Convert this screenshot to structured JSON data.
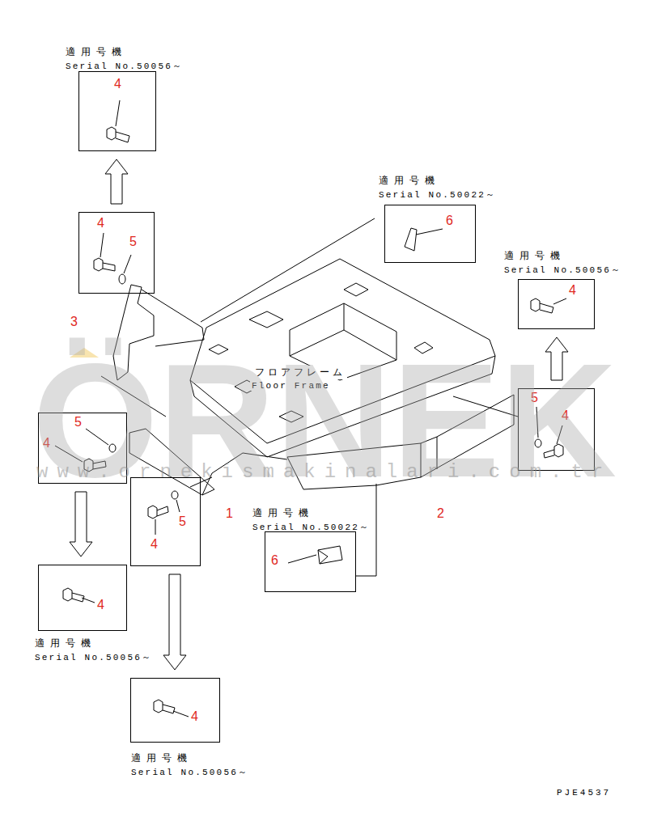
{
  "diagram": {
    "nodes": [
      {
        "text": [
          "適用号機",
          "Serial No.50056～",
          "4"
        ]
      },
      {
        "text": [
          "適用号機",
          "Serial No.50022～",
          "6"
        ]
      },
      {
        "text": [
          "4",
          "5"
        ]
      },
      {
        "text": [
          "適用号機",
          "Serial No.50056～",
          "4"
        ]
      },
      {
        "text": [
          "5",
          "4"
        ]
      },
      {
        "text": [
          "5",
          "4"
        ]
      },
      {
        "text": [
          "4",
          "5"
        ]
      },
      {
        "text": [
          "適用号機",
          "Serial No.50022～",
          "6"
        ]
      },
      {
        "text": [
          "4",
          "適用号機",
          "Serial No.50056～"
        ]
      },
      {
        "text": [
          "4",
          "適用号機",
          "Serial No.50056～"
        ]
      }
    ],
    "edges": [
      {
        "from": 2,
        "to": 0,
        "arrow": "to"
      },
      {
        "from": 4,
        "to": 3,
        "arrow": "to"
      },
      {
        "from": 5,
        "to": 8,
        "arrow": "to"
      },
      {
        "from": 6,
        "to": 9,
        "arrow": "to"
      }
    ],
    "labels": [
      "フロアフレーム",
      "Floor Frame",
      "1",
      "2",
      "3",
      "PJE4537",
      "ÖRNEK",
      "www.ornekismakinalari.com.tr"
    ]
  }
}
